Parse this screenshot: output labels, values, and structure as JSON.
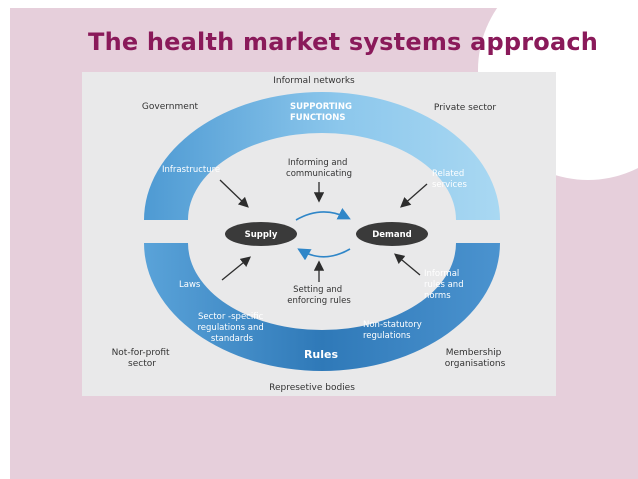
{
  "slide": {
    "title": "The health market systems approach"
  },
  "diagram": {
    "outer_labels": {
      "top": "Informal networks",
      "top_left": "Government",
      "top_right": "Private sector",
      "bottom_left": [
        "Not-for-profit",
        "sector"
      ],
      "bottom_right": [
        "Membership",
        "organisations"
      ],
      "bottom": "Represetive bodies"
    },
    "supporting_functions": {
      "title": [
        "SUPPORTING",
        "FUNCTIONS"
      ],
      "left": "Infrastructure",
      "right": [
        "Related",
        "services"
      ],
      "inner": [
        "Informing and",
        "communicating"
      ]
    },
    "rules": {
      "title": "Rules",
      "laws": "Laws",
      "sector": [
        "Sector -specific",
        "regulations and",
        "standards"
      ],
      "non_statutory": [
        "Non-statutory",
        "regulations"
      ],
      "informal": [
        "Informal",
        "rules and",
        "norms"
      ],
      "inner": [
        "Setting and",
        "enforcing rules"
      ]
    },
    "core": {
      "supply": "Supply",
      "demand": "Demand"
    },
    "colors": {
      "ring_light": "#9fd0ee",
      "ring_dark": "#2f79b8",
      "core": "#3a3a3a",
      "panel": "#e9e9ea"
    }
  }
}
